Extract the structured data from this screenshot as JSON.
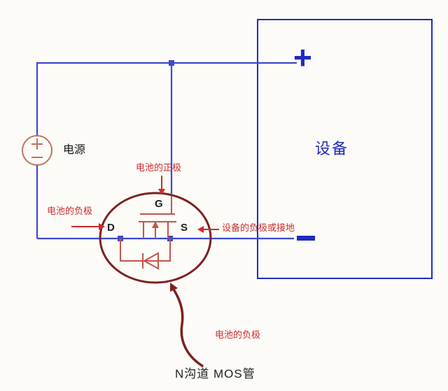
{
  "labels": {
    "power_source": "电源",
    "device": "设备",
    "plus": "+",
    "gate": "G",
    "drain": "D",
    "source": "S"
  },
  "annotations": {
    "battery_positive": "电池的正极",
    "battery_negative": "电池的负极",
    "device_negative_or_ground": "设备的负极或接地",
    "battery_negative_pointer": "电池的负极",
    "caption": "N沟道 MOS管"
  },
  "icons": {
    "power-source-symbol": "circle with plus and minus terminals",
    "mosfet-symbol": "N-channel MOSFET with body diode",
    "device-minus-symbol": "thick horizontal bar",
    "junction-dot": "small square wire node",
    "curved-arrow": "hand-drawn arrow pointing at MOSFET ellipse",
    "annotation-arrow": "straight red pointer arrow"
  },
  "colors": {
    "wire": "#3d49cc",
    "device_text": "#1f2bbf",
    "power_symbol": "#c4705f",
    "mosfet_symbol": "#c2554a",
    "ellipse": "#7d2020",
    "annotation": "#cc2b2b",
    "caption_text": "#222222",
    "background": "#fcfbf8"
  }
}
